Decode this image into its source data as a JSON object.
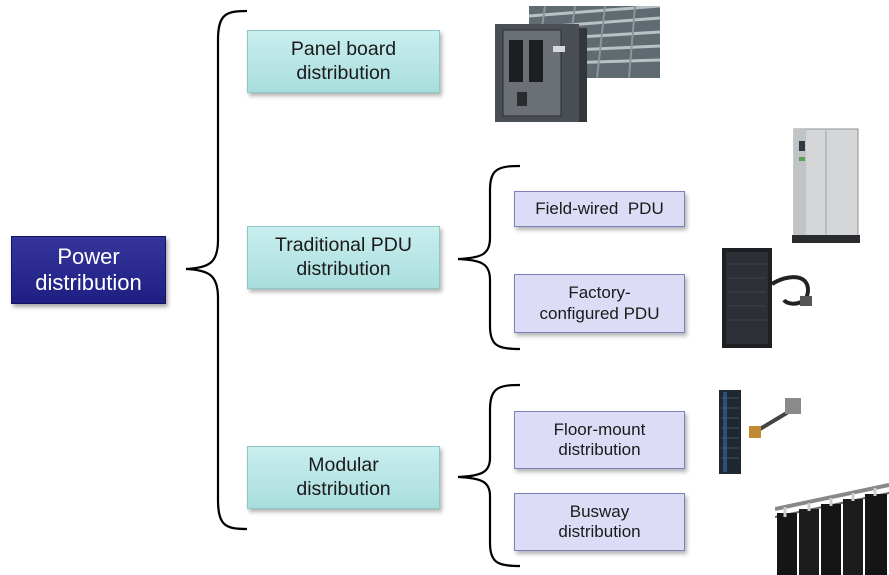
{
  "root": {
    "line1": "Power",
    "line2": "distribution"
  },
  "categories": [
    {
      "line1": "Panel board",
      "line2": "distribution"
    },
    {
      "line1": "Traditional PDU",
      "line2": "distribution"
    },
    {
      "line1": "Modular",
      "line2": "distribution"
    }
  ],
  "traditional_items": [
    {
      "line1": "Field-wired  PDU",
      "line2": ""
    },
    {
      "line1": "Factory-",
      "line2": "configured PDU"
    }
  ],
  "modular_items": [
    {
      "line1": "Floor-mount",
      "line2": "distribution"
    },
    {
      "line1": "Busway",
      "line2": "distribution"
    }
  ],
  "colors": {
    "root": "#1f1f83",
    "category": "#b5e4e3",
    "item": "#dcdcf6",
    "line": "#000000"
  },
  "images": [
    "panel-board-photo",
    "field-wired-pdu-cabinet-photo",
    "factory-configured-pdu-rack-photo",
    "floor-mount-distribution-photo",
    "busway-distribution-photo"
  ]
}
